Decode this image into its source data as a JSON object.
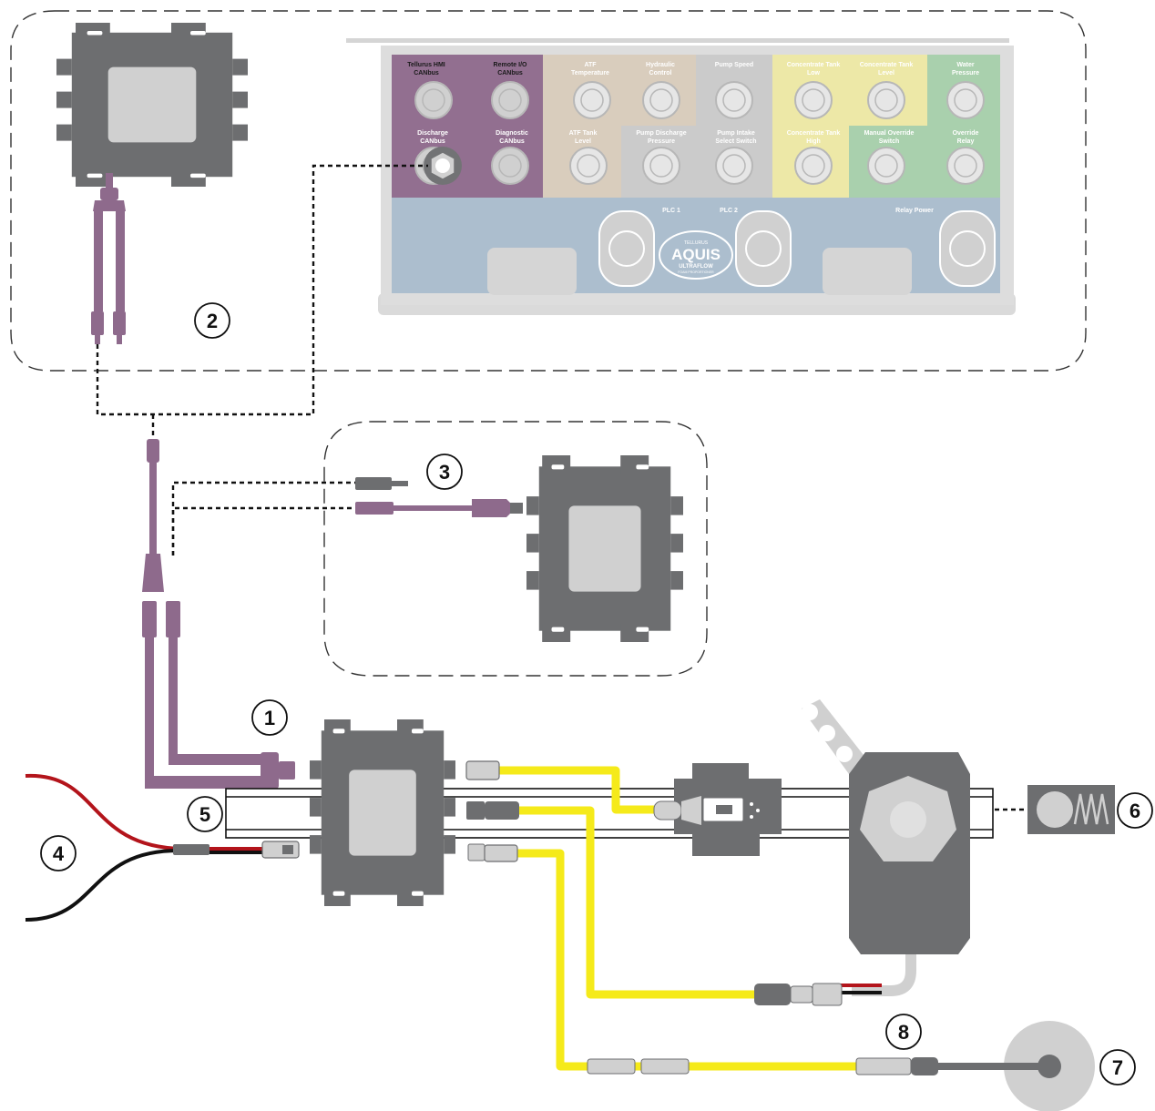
{
  "callouts": [
    "1",
    "2",
    "3",
    "4",
    "5",
    "6",
    "7",
    "8"
  ],
  "panel": {
    "purple": {
      "color": "#8e6a8c",
      "labels": [
        [
          "Tellurus HMI",
          "CANbus"
        ],
        [
          "Remote I/O",
          "CANbus"
        ],
        [
          "Discharge",
          "CANbus"
        ],
        [
          "Diagnostic",
          "CANbus"
        ]
      ]
    },
    "tan": {
      "color": "#d8cbbb",
      "labels": [
        [
          "ATF",
          "Temperature"
        ],
        [
          "Hydraulic",
          "Control"
        ],
        [
          "ATF Tank",
          "Level"
        ]
      ]
    },
    "gray": {
      "color": "#c9c9c9",
      "labels": [
        [
          "Pump Speed"
        ],
        [
          "Pump Discharge",
          "Pressure"
        ],
        [
          "Pump Intake",
          "Select Switch"
        ]
      ]
    },
    "yellow": {
      "color": "#ede8a4",
      "labels": [
        [
          "Concentrate Tank",
          "Low"
        ],
        [
          "Concentrate Tank",
          "Level"
        ],
        [
          "Concentrate Tank",
          "High"
        ]
      ]
    },
    "green": {
      "color": "#a6cfaa",
      "labels": [
        [
          "Water",
          "Pressure"
        ],
        [
          "Manual Override",
          "Switch"
        ],
        [
          "Override",
          "Relay"
        ]
      ]
    },
    "blue": {
      "color": "#a9bccd",
      "labels": [
        "PLC 1",
        "PLC 2",
        "Relay Power"
      ]
    },
    "logo": {
      "top": "TELLURUS",
      "main": "AQUIS",
      "sub": "ULTRAFLOW",
      "tag": "FOAM PROPORTIONER"
    }
  },
  "colors": {
    "cable_purple": "#8e6a8c",
    "cable_yellow": "#f5ea1a",
    "module_gray": "#6d6e70",
    "wire_red": "#b3141b",
    "wire_black": "#111111"
  },
  "icons": [
    "module-icon",
    "connector-icon",
    "pump-actuator-icon",
    "flow-sensor-icon",
    "pressure-sensor-icon",
    "coil-sensor-icon"
  ]
}
